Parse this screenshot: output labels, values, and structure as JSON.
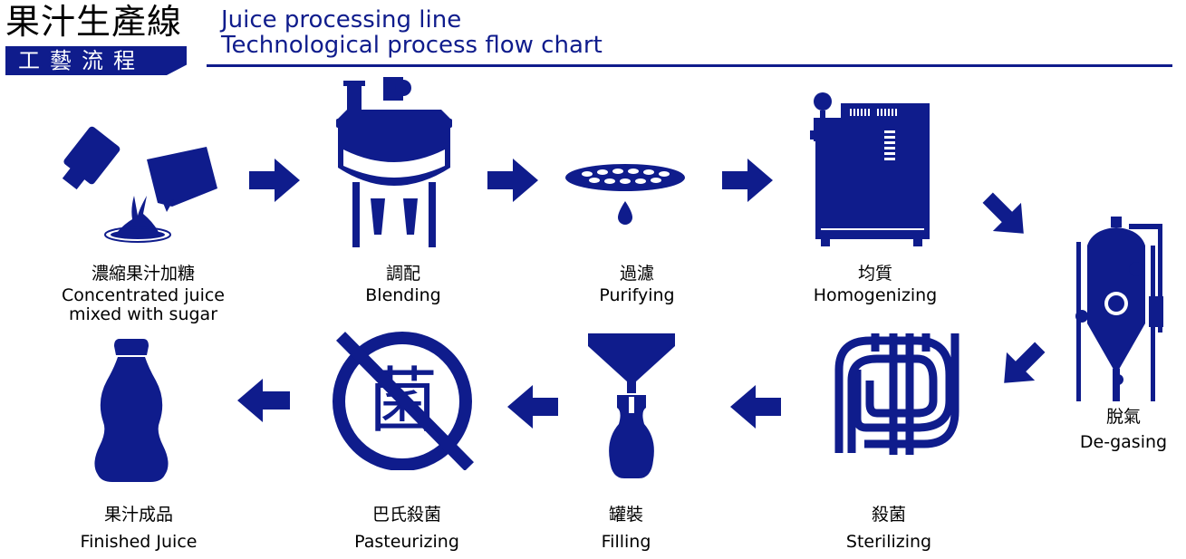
{
  "header": {
    "title_cn": "果汁生產線",
    "subtitle_cn": "工藝流程",
    "title_en_line1": "Juice processing line",
    "title_en_line2": "Technological process flow chart"
  },
  "steps": [
    {
      "cn": "濃縮果汁加糖",
      "en_line1": "Concentrated juice",
      "en_line2": "mixed with sugar"
    },
    {
      "cn": "調配",
      "en_line1": "Blending"
    },
    {
      "cn": "過濾",
      "en_line1": "Purifying"
    },
    {
      "cn": "均質",
      "en_line1": "Homogenizing"
    },
    {
      "cn": "脫氣",
      "en_line1": "De-gasing"
    },
    {
      "cn": "殺菌",
      "en_line1": "Sterilizing"
    },
    {
      "cn": "罐裝",
      "en_line1": "Filling"
    },
    {
      "cn": "巴氏殺菌",
      "en_line1": "Pasteurizing"
    },
    {
      "cn": "果汁成品",
      "en_line1": "Finished Juice"
    }
  ],
  "pasteurizing_symbol_char": "菌",
  "colors": {
    "accent": "#0f1c8c",
    "text": "#000000",
    "background": "#ffffff"
  }
}
